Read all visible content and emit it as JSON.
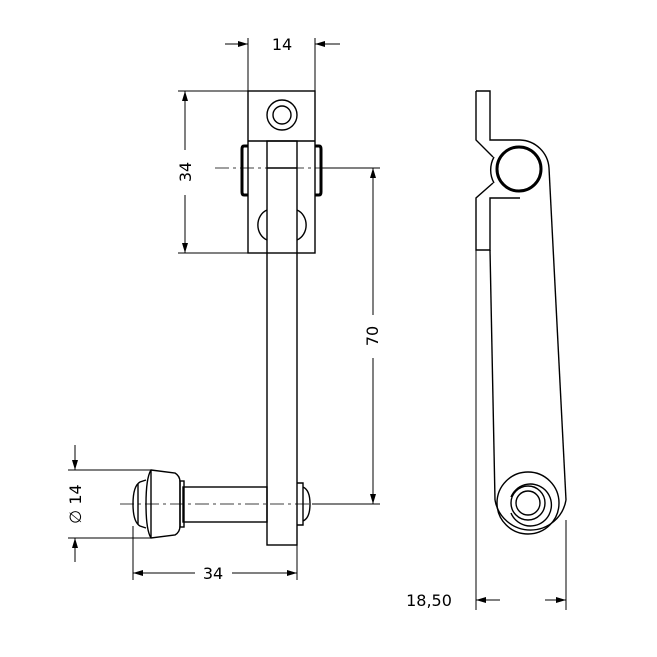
{
  "dimensions": {
    "top_width": "14",
    "block_height": "34",
    "center_distance": "70",
    "knob_diameter": "∅ 14",
    "knob_projection": "34",
    "depth": "18,50"
  },
  "colors": {
    "line": "#000000",
    "background": "#ffffff"
  }
}
